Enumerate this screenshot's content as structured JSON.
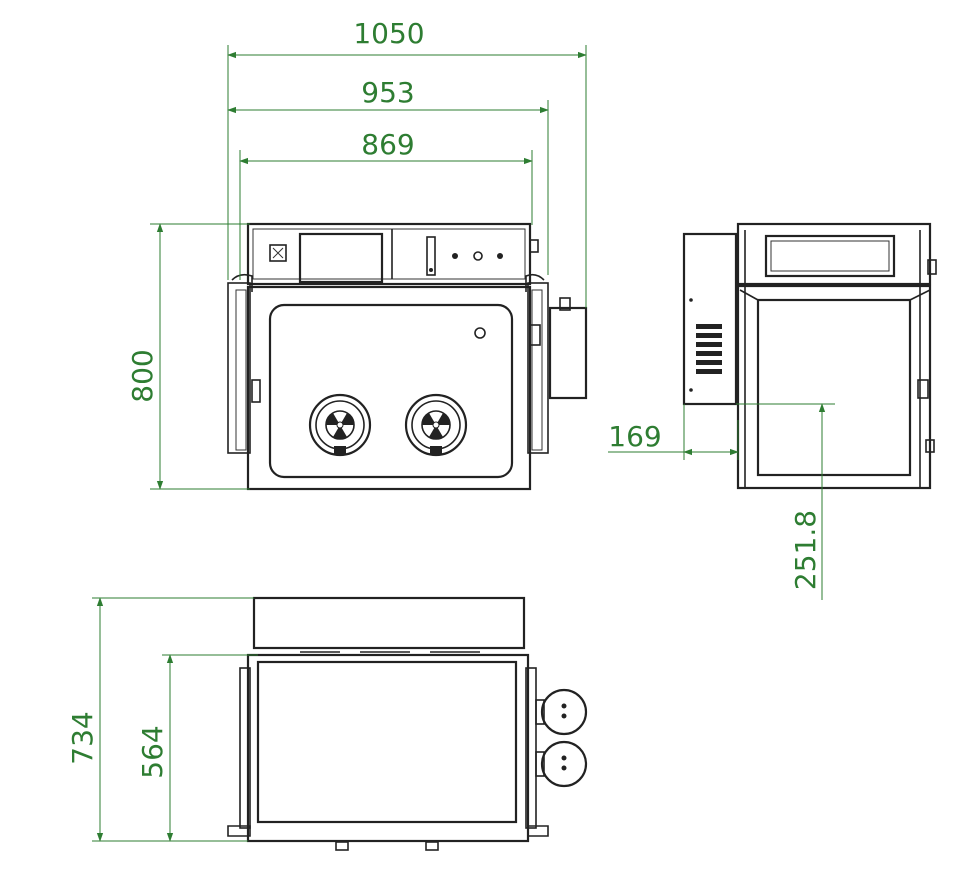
{
  "colors": {
    "dimension": "#2e7d32",
    "outline": "#222222",
    "background": "#ffffff"
  },
  "dimensions": {
    "width_overall": "1050",
    "width_mid": "953",
    "width_inner": "869",
    "height_front": "800",
    "side_offset": "169",
    "side_height": "251.8",
    "depth_overall": "734",
    "depth_inner": "564"
  },
  "icons": {
    "hazard": "radiation-trefoil-icon",
    "gauge": "gauge-icon"
  }
}
